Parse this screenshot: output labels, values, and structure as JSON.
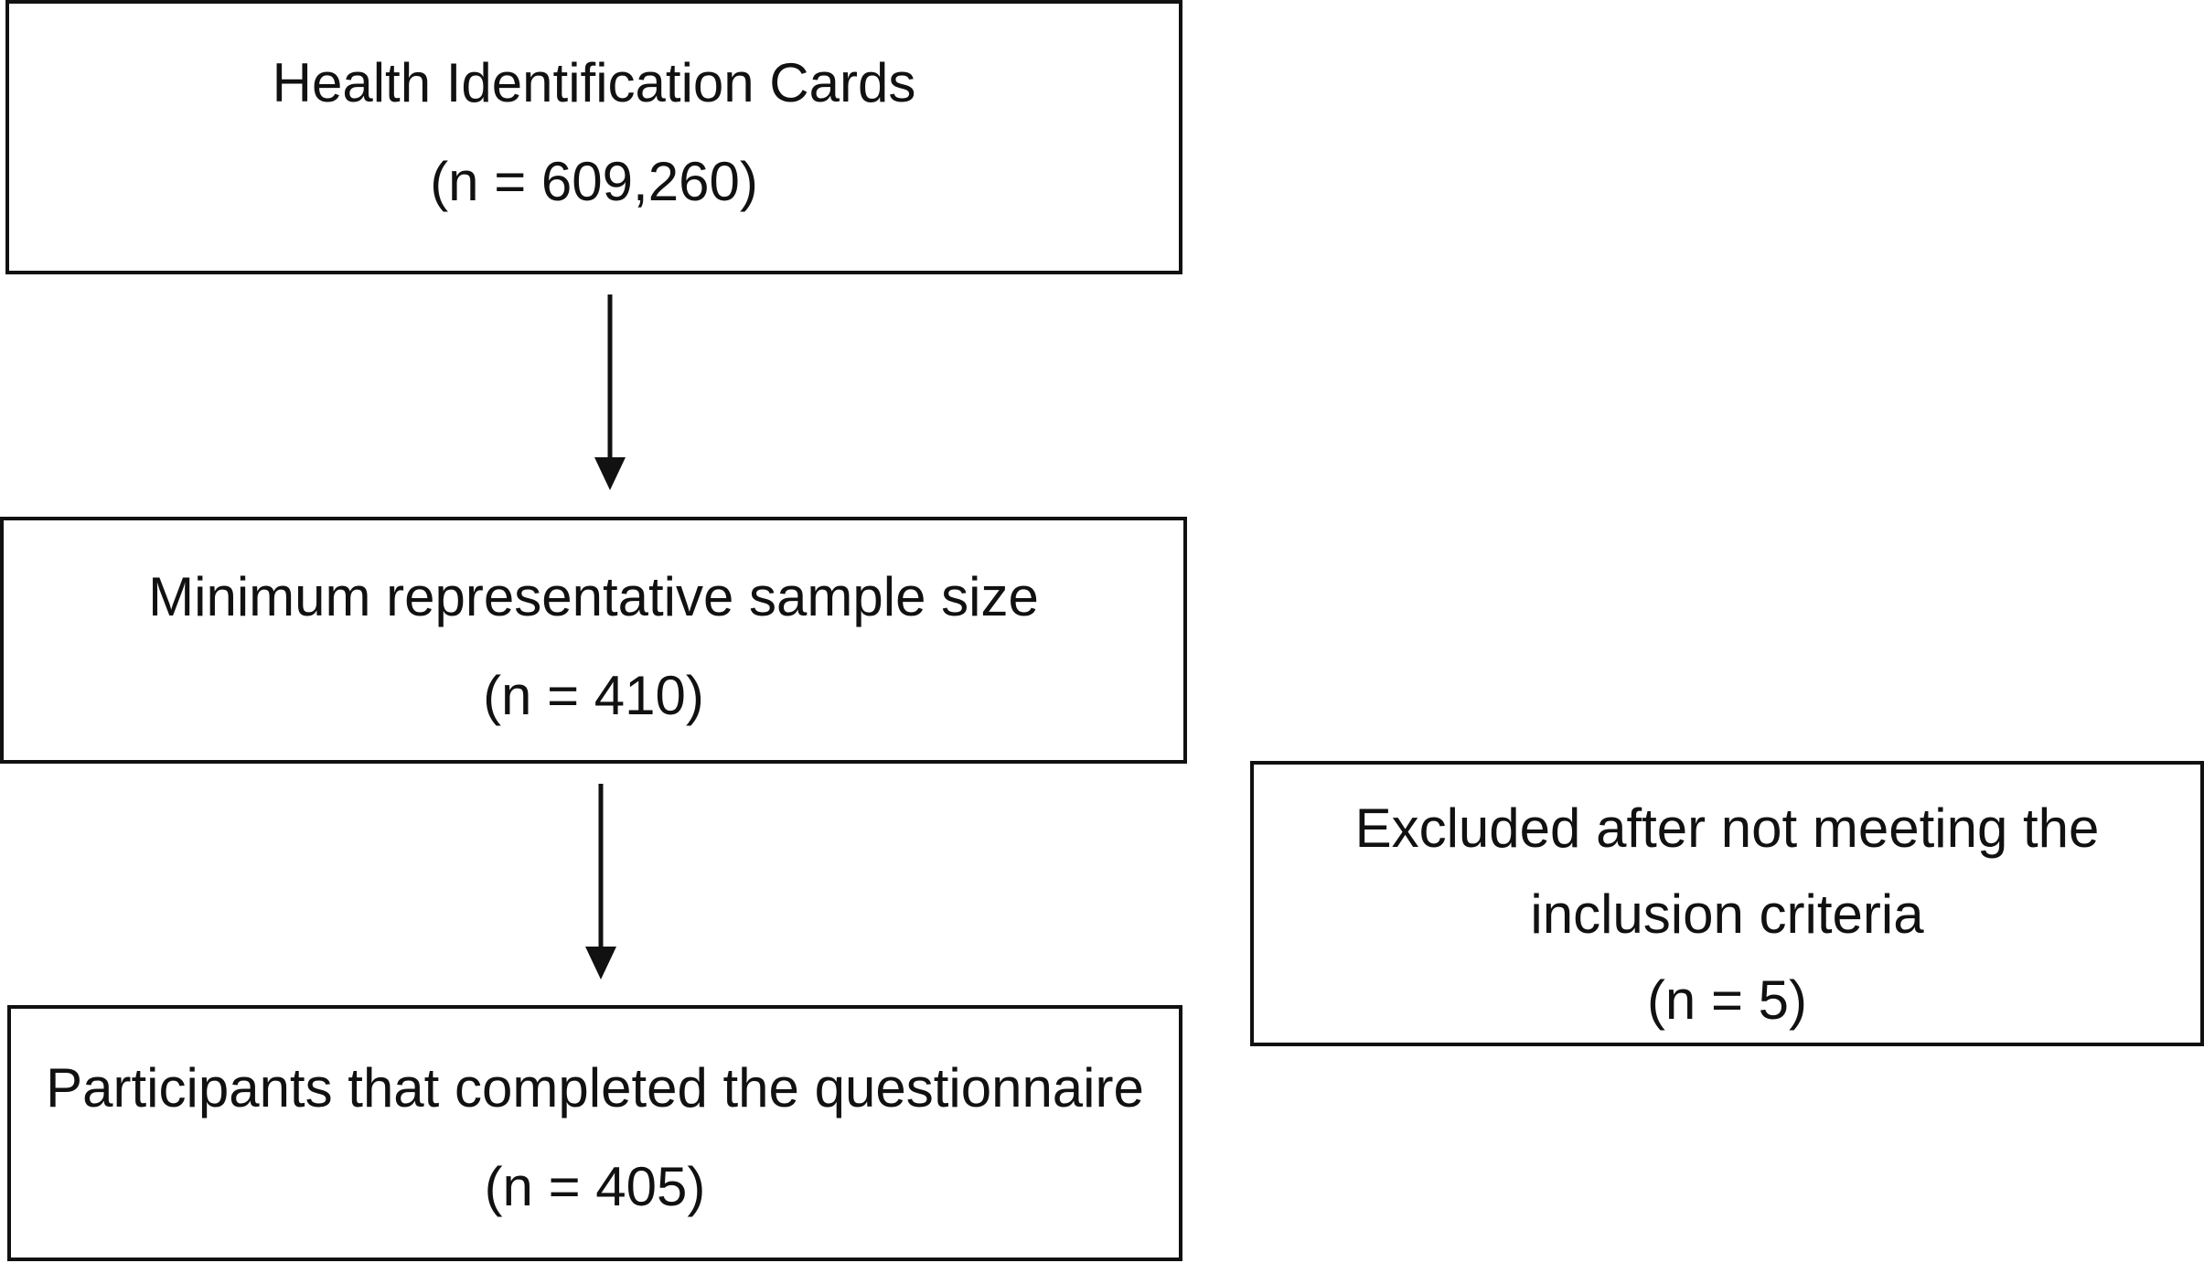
{
  "boxes": {
    "health_cards": {
      "title": "Health Identification Cards",
      "count": "(n = 609,260)"
    },
    "minimum_sample": {
      "title": "Minimum representative sample size",
      "count": "(n = 410)"
    },
    "completed": {
      "title": "Participants that completed the questionnaire",
      "count": "(n = 405)"
    },
    "excluded": {
      "title_line1": "Excluded after not meeting the",
      "title_line2": "inclusion criteria",
      "count": "(n = 5)"
    }
  },
  "colors": {
    "stroke": "#111111",
    "background": "#ffffff"
  }
}
